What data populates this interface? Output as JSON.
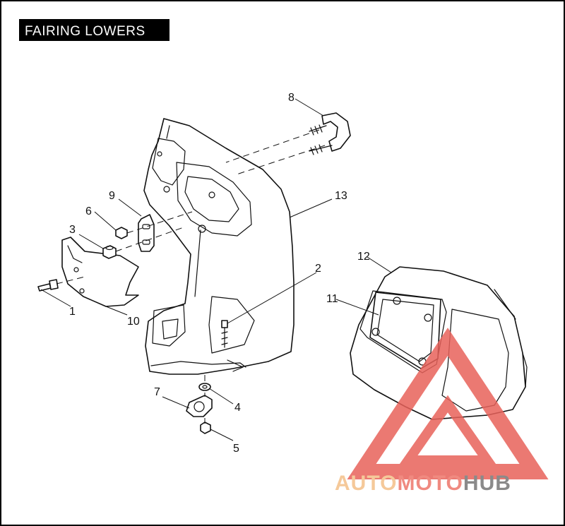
{
  "title": "FAIRING LOWERS",
  "callouts": {
    "c1": "1",
    "c2": "2",
    "c3": "3",
    "c4": "4",
    "c5": "5",
    "c6": "6",
    "c7": "7",
    "c8": "8",
    "c9": "9",
    "c10": "10",
    "c11": "11",
    "c12": "12",
    "c13": "13"
  },
  "watermark": {
    "part1": "AUTO",
    "part2": "MOTO",
    "part3": "HUB",
    "colors": {
      "auto": "#f5c99a",
      "moto": "#f08a80",
      "hub": "#8a8a8a",
      "triangle": "#e8625a"
    }
  },
  "colors": {
    "frame": "#000000",
    "title_bg": "#000000",
    "title_fg": "#ffffff"
  }
}
